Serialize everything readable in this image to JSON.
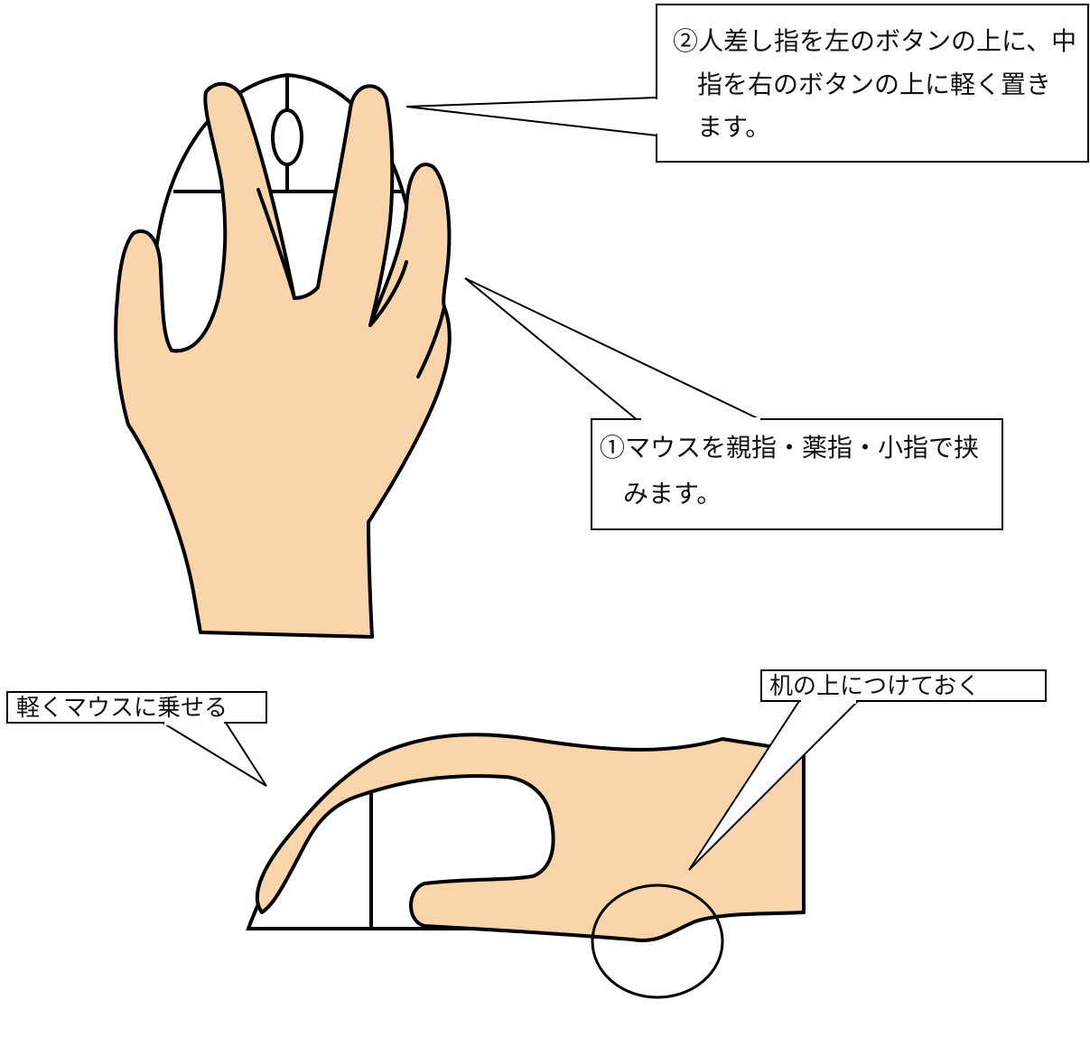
{
  "callouts": {
    "fingers_on_buttons": {
      "lines": [
        "②人差し指を左のボタンの上に、中",
        "指を右のボタンの上に軽く置き",
        "ます。"
      ]
    },
    "thumb_ring_pinky": {
      "lines": [
        "①マウスを親指・薬指・小指で挟",
        "みます。"
      ]
    },
    "rest_on_mouse": {
      "lines": [
        "軽くマウスに乗せる"
      ]
    },
    "on_desk": {
      "lines": [
        "机の上につけておく"
      ]
    }
  },
  "colors": {
    "skin": "#FAD5AB",
    "outline": "#000000",
    "mouse_body": "#FFFFFF"
  }
}
